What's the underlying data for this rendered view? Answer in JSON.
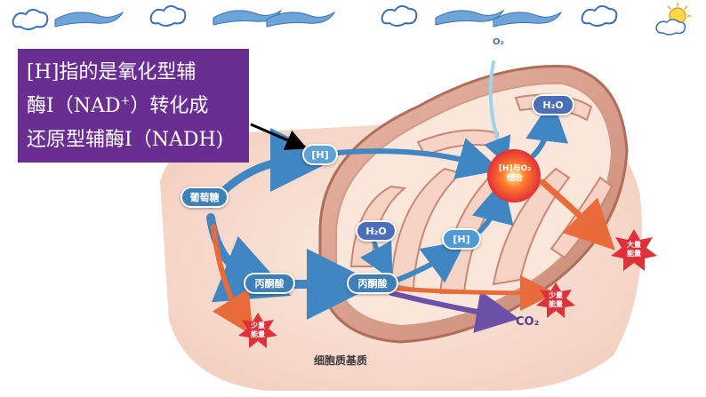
{
  "callout": {
    "line1": "[H]指的是氧化型辅",
    "line2_pre": "酶Ⅰ（NAD",
    "line2_sup": "+",
    "line2_post": "）转化成",
    "line3": "还原型辅酶Ⅰ（NADH)"
  },
  "labels": {
    "glucose": "葡萄糖",
    "pyruvate_cyto": "丙酮酸",
    "pyruvate_mito": "丙酮酸",
    "h_top": "[H]",
    "h_mito": "[H]",
    "h2o_in": "H₂O",
    "h2o_out": "H₂O",
    "combine": "[H]与O₂结合",
    "o2": "O₂",
    "co2": "CO₂",
    "energy_small_1": "少量能量",
    "energy_small_2": "少量能量",
    "energy_large": "大量能量",
    "cytoplasm_matrix": "细胞质基质"
  },
  "colors": {
    "callout_bg": "#6a2e93",
    "pill": "#3f7fb7",
    "arrow_blue": "#3f86c2",
    "arrow_purple": "#6c4fa6",
    "burst_red": "#e0303a"
  }
}
